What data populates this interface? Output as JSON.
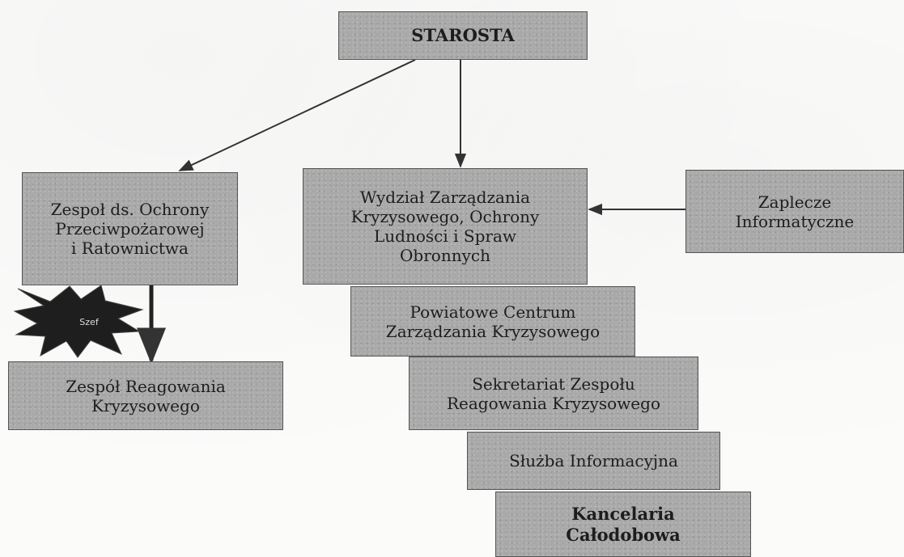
{
  "nodes": {
    "starosta": "STAROSTA",
    "zespol_ochrony": "Zespoł ds. Ochrony\nPrzeciwpożarowej\ni Ratownictwa",
    "wydzial": "Wydział Zarządzania\nKryzysowego, Ochrony\nLudności i Spraw\nObronnych",
    "zaplecze": "Zaplecze\nInformatyczne",
    "zespol_reagowania": "Zespół Reagowania\nKryzysowego",
    "pczk": "Powiatowe Centrum\nZarządzania Kryzysowego",
    "sekretariat": "Sekretariat Zespołu\nReagowania Kryzysowego",
    "sluzba": "Służba Informacyjna",
    "kancelaria": "Kancelaria\nCałodobowa"
  },
  "burst": {
    "label": "Szef",
    "color": "#1e1e1e"
  },
  "colors": {
    "box_fill": "#a9a9a9",
    "box_border": "#555555",
    "arrow": "#333333"
  }
}
